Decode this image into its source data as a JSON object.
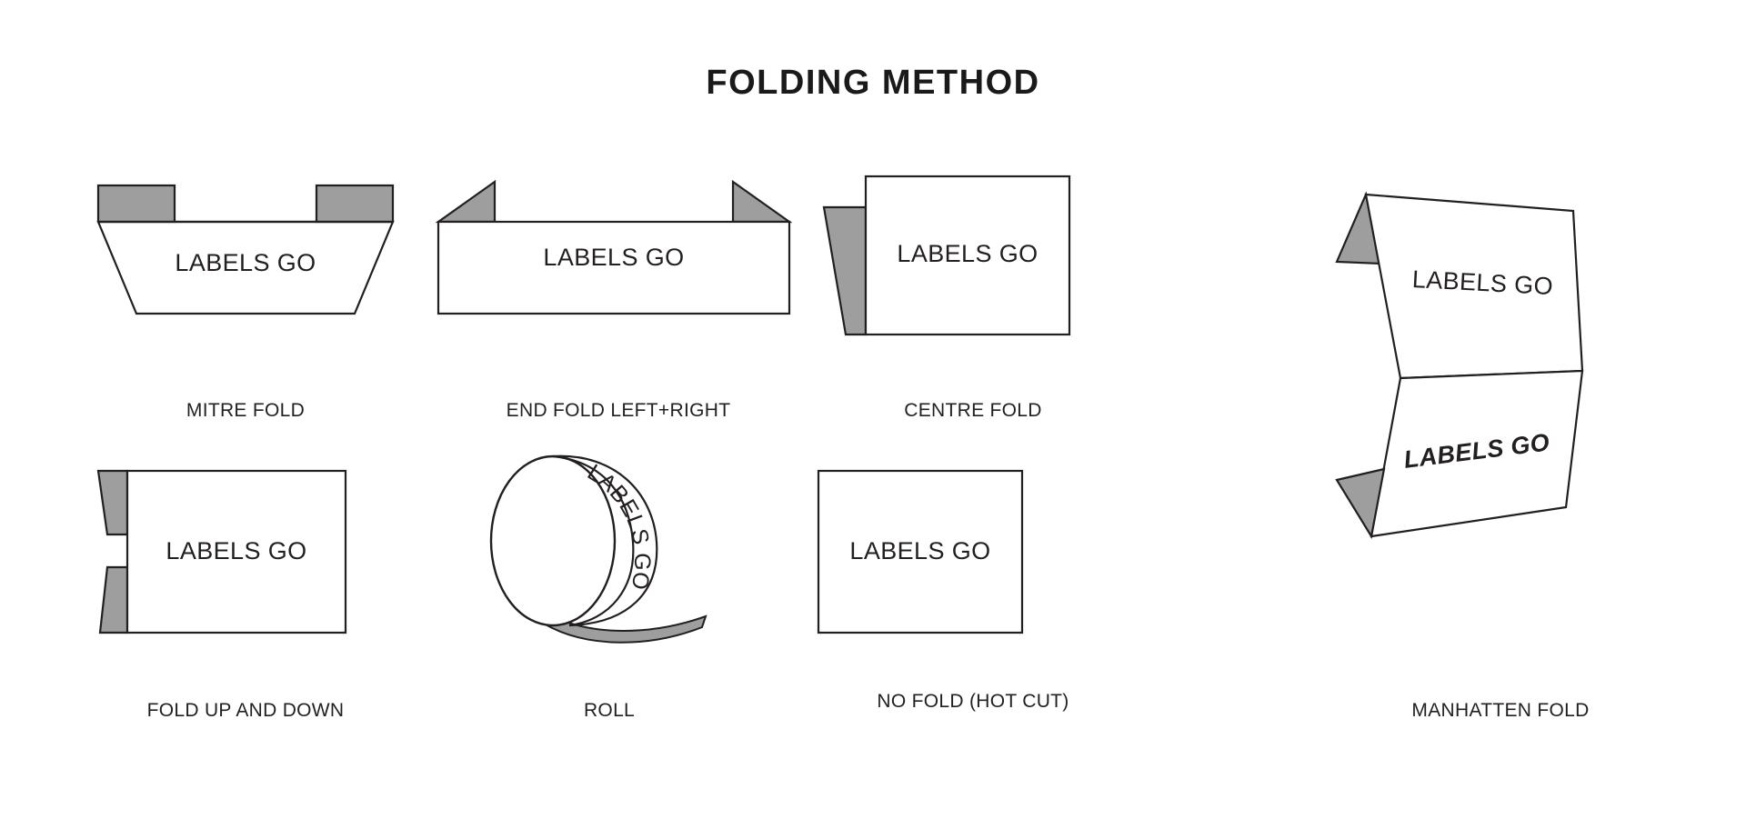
{
  "page": {
    "title": "FOLDING  METHOD",
    "background_color": "#ffffff",
    "ink_color": "#231f20",
    "flap_fill_color": "#9e9e9e",
    "sheet_fill_color": "#ffffff"
  },
  "label_placeholder": "LABELS GO",
  "methods": [
    {
      "id": "mitre-fold",
      "caption": "MITRE FOLD",
      "label_text": "LABELS GO",
      "row": 1,
      "column": 1
    },
    {
      "id": "end-fold-left-right",
      "caption": "END FOLD  LEFT+RIGHT",
      "label_text": "LABELS GO",
      "row": 1,
      "column": 2
    },
    {
      "id": "centre-fold",
      "caption": "CENTRE FOLD",
      "label_text": "LABELS GO",
      "row": 1,
      "column": 3
    },
    {
      "id": "manhatten-fold",
      "caption": "MANHATTEN FOLD",
      "label_text": "LABELS GO",
      "label_text_secondary": "LABELS GO",
      "row": 1,
      "column": 4
    },
    {
      "id": "fold-up-and-down",
      "caption": "FOLD UP AND DOWN",
      "label_text": "LABELS GO",
      "row": 2,
      "column": 1
    },
    {
      "id": "roll",
      "caption": "ROLL",
      "label_text": "LABELS GO",
      "row": 2,
      "column": 2
    },
    {
      "id": "no-fold-hot-cut",
      "caption": "NO FOLD (HOT CUT)",
      "label_text": "LABELS GO",
      "row": 2,
      "column": 3
    }
  ]
}
